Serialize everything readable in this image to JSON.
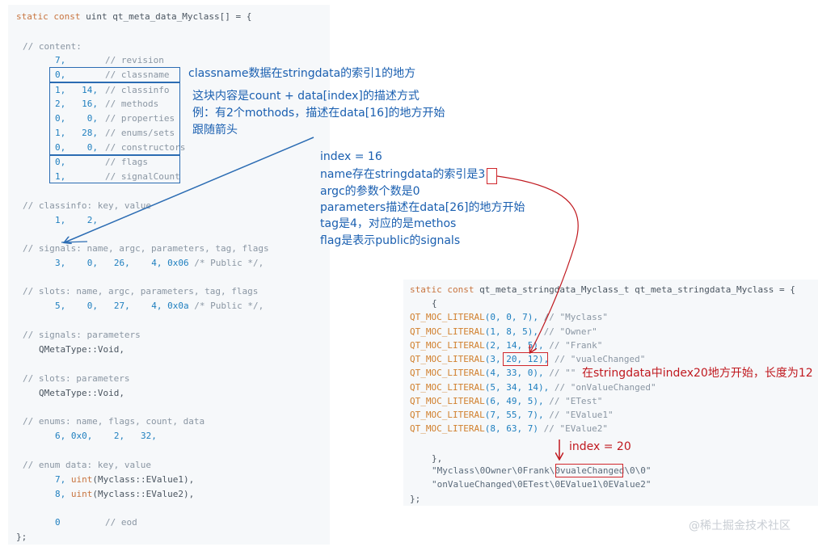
{
  "left_code": {
    "decl_kw": "static const ",
    "decl_rest": "uint qt_meta_data_Myclass[] = {",
    "content_comment": "// content:",
    "rows": [
      {
        "vals": "7,",
        "comment": "// revision"
      },
      {
        "vals": "0,",
        "comment": "// classname"
      },
      {
        "vals": "1,   14,",
        "comment": "// classinfo"
      },
      {
        "vals": "2,   16,",
        "comment": "// methods"
      },
      {
        "vals": "0,    0,",
        "comment": "// properties"
      },
      {
        "vals": "1,   28,",
        "comment": "// enums/sets"
      },
      {
        "vals": "0,    0,",
        "comment": "// constructors"
      },
      {
        "vals": "0,",
        "comment": "// flags"
      },
      {
        "vals": "1,",
        "comment": "// signalCount"
      }
    ],
    "classinfo_comment": "// classinfo: key, value",
    "classinfo_vals": "1,    2,",
    "signals_comment": "// signals: name, argc, parameters, tag, flags",
    "signals_vals": "3,    0,   26,    4, 0x06",
    "signals_tail": " /* Public */,",
    "slots_comment": "// slots: name, argc, parameters, tag, flags",
    "slots_vals": "5,    0,   27,    4, 0x0a",
    "slots_tail": " /* Public */,",
    "signal_params_comment": "// signals: parameters",
    "signal_params_val": "QMetaType::Void,",
    "slot_params_comment": "// slots: parameters",
    "slot_params_val": "QMetaType::Void,",
    "enums_comment": "// enums: name, flags, count, data",
    "enums_vals": "6, 0x0,    2,   32,",
    "enum_data_comment": "// enum data: key, value",
    "enum_cast_kw": "uint",
    "enum_row1_a": "7, ",
    "enum_row1_b": "(Myclass::EValue1),",
    "enum_row2_a": "8, ",
    "enum_row2_b": "(Myclass::EValue2),",
    "eod_val": "0",
    "eod_comment": "// eod",
    "close": "};"
  },
  "right_code": {
    "decl_kw": "static const ",
    "decl_rest": "qt_meta_stringdata_Myclass_t qt_meta_stringdata_Myclass = {",
    "open_brace": "{",
    "literals": [
      {
        "macro": "QT_MOC_LITERAL",
        "args": "(0, 0, 7),",
        "comment": " // \"Myclass\""
      },
      {
        "macro": "QT_MOC_LITERAL",
        "args": "(1, 8, 5),",
        "comment": " // \"Owner\""
      },
      {
        "macro": "QT_MOC_LITERAL",
        "args": "(2, 14, 5),",
        "comment": " // \"Frank\""
      },
      {
        "macro": "QT_MOC_LITERAL",
        "args": "(3, 20, 12),",
        "comment": " // \"vualeChanged\""
      },
      {
        "macro": "QT_MOC_LITERAL",
        "args": "(4, 33, 0),",
        "comment": " // \"\""
      },
      {
        "macro": "QT_MOC_LITERAL",
        "args": "(5, 34, 14),",
        "comment": " // \"onValueChanged\""
      },
      {
        "macro": "QT_MOC_LITERAL",
        "args": "(6, 49, 5),",
        "comment": " // \"ETest\""
      },
      {
        "macro": "QT_MOC_LITERAL",
        "args": "(7, 55, 7),",
        "comment": " // \"EValue1\""
      },
      {
        "macro": "QT_MOC_LITERAL",
        "args": "(8, 63, 7)",
        "comment": " // \"EValue2\""
      }
    ],
    "close_brace": "},",
    "string1": "\"Myclass\\0Owner\\0Frank\\0vualeChanged\\0\\0\"",
    "string2": "\"onValueChanged\\0ETest\\0EValue1\\0EValue2\"",
    "close": "};"
  },
  "annotations": {
    "classname_note": "classname数据在stringdata的索引1的地方",
    "block_note_1": "这块内容是count + data[index]的描述方式",
    "block_note_2": "例：有2个mothods，描述在data[16]的地方开始",
    "block_note_3": "跟随箭头",
    "signal_note_1": "index = 16",
    "signal_note_2": "name存在stringdata的索引是3",
    "signal_note_3": "argc的参数个数是0",
    "signal_note_4": "parameters描述在data[26]的地方开始",
    "signal_note_5": "tag是4，对应的是methos",
    "signal_note_6": "flag是表示public的signals",
    "literal_note": "在stringdata中index20地方开始，长度为12",
    "index20_note": "index = 20"
  },
  "watermark": "@稀土掘金技术社区",
  "colors": {
    "blue_annotation": "#1a5fb0",
    "red_annotation": "#c0191f",
    "code_bg": "#f6f8fa"
  }
}
